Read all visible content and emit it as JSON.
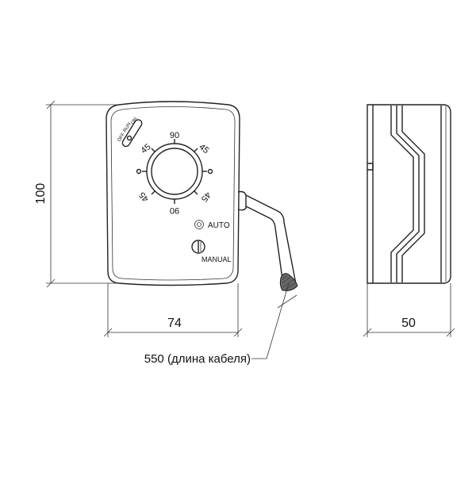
{
  "dimensions": {
    "height": "100",
    "width": "74",
    "depth": "50",
    "cable": "550 (длина кабеля)"
  },
  "switch_labels": {
    "off": "OFF",
    "run": "RUN",
    "on": "ON"
  },
  "dial_labels": {
    "top": "90",
    "bottom": "90",
    "left": "0",
    "right": "0",
    "top_left": "45",
    "top_right": "45",
    "bottom_left": "45",
    "bottom_right": "45"
  },
  "mode_labels": {
    "auto": "AUTO",
    "manual": "MANUAL"
  }
}
